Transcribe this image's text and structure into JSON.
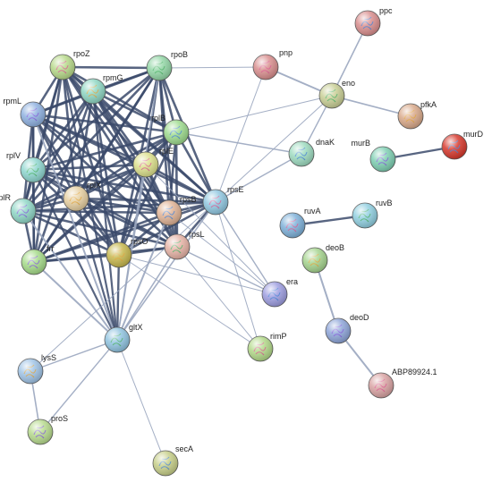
{
  "nodes": [
    {
      "id": "ppc",
      "color": "#d98f8f"
    },
    {
      "id": "pnp",
      "color": "#d98f8f"
    },
    {
      "id": "eno",
      "color": "#c9cf96"
    },
    {
      "id": "pfkA",
      "color": "#d9a98a"
    },
    {
      "id": "murB",
      "color": "#7fcfb3"
    },
    {
      "id": "murD",
      "color": "#d73a2e"
    },
    {
      "id": "rpoZ",
      "color": "#b7d98a"
    },
    {
      "id": "rpoB",
      "color": "#93d6a6"
    },
    {
      "id": "rpmG",
      "color": "#8fd6c3"
    },
    {
      "id": "rpmL",
      "color": "#8fb1e0"
    },
    {
      "id": "rplB",
      "color": "#9edb8e"
    },
    {
      "id": "rplE",
      "color": "#dce08c"
    },
    {
      "id": "rplV",
      "color": "#8fd6cf"
    },
    {
      "id": "rplX",
      "color": "#e6cfa1"
    },
    {
      "id": "rplR",
      "color": "#8fd6c6"
    },
    {
      "id": "rpsB",
      "color": "#e0b396"
    },
    {
      "id": "rpsE",
      "color": "#91c7e0"
    },
    {
      "id": "rpsL",
      "color": "#e6b3a6"
    },
    {
      "id": "rpsO",
      "color": "#c7b84f"
    },
    {
      "id": "frr",
      "color": "#a6db8a"
    },
    {
      "id": "dnaK",
      "color": "#9edbc0"
    },
    {
      "id": "ruvA",
      "color": "#7fb1d9"
    },
    {
      "id": "ruvB",
      "color": "#91cfe0"
    },
    {
      "id": "deoB",
      "color": "#a6d48f"
    },
    {
      "id": "deoD",
      "color": "#8fa6d9"
    },
    {
      "id": "era",
      "color": "#9e9ee0"
    },
    {
      "id": "rimP",
      "color": "#b3d98a"
    },
    {
      "id": "gltX",
      "color": "#91c4e0"
    },
    {
      "id": "lysS",
      "color": "#a1c4e6"
    },
    {
      "id": "proS",
      "color": "#b8db8f"
    },
    {
      "id": "secA",
      "color": "#c7cf8a"
    },
    {
      "id": "ABP89924.1",
      "color": "#d9a3a3"
    }
  ]
}
